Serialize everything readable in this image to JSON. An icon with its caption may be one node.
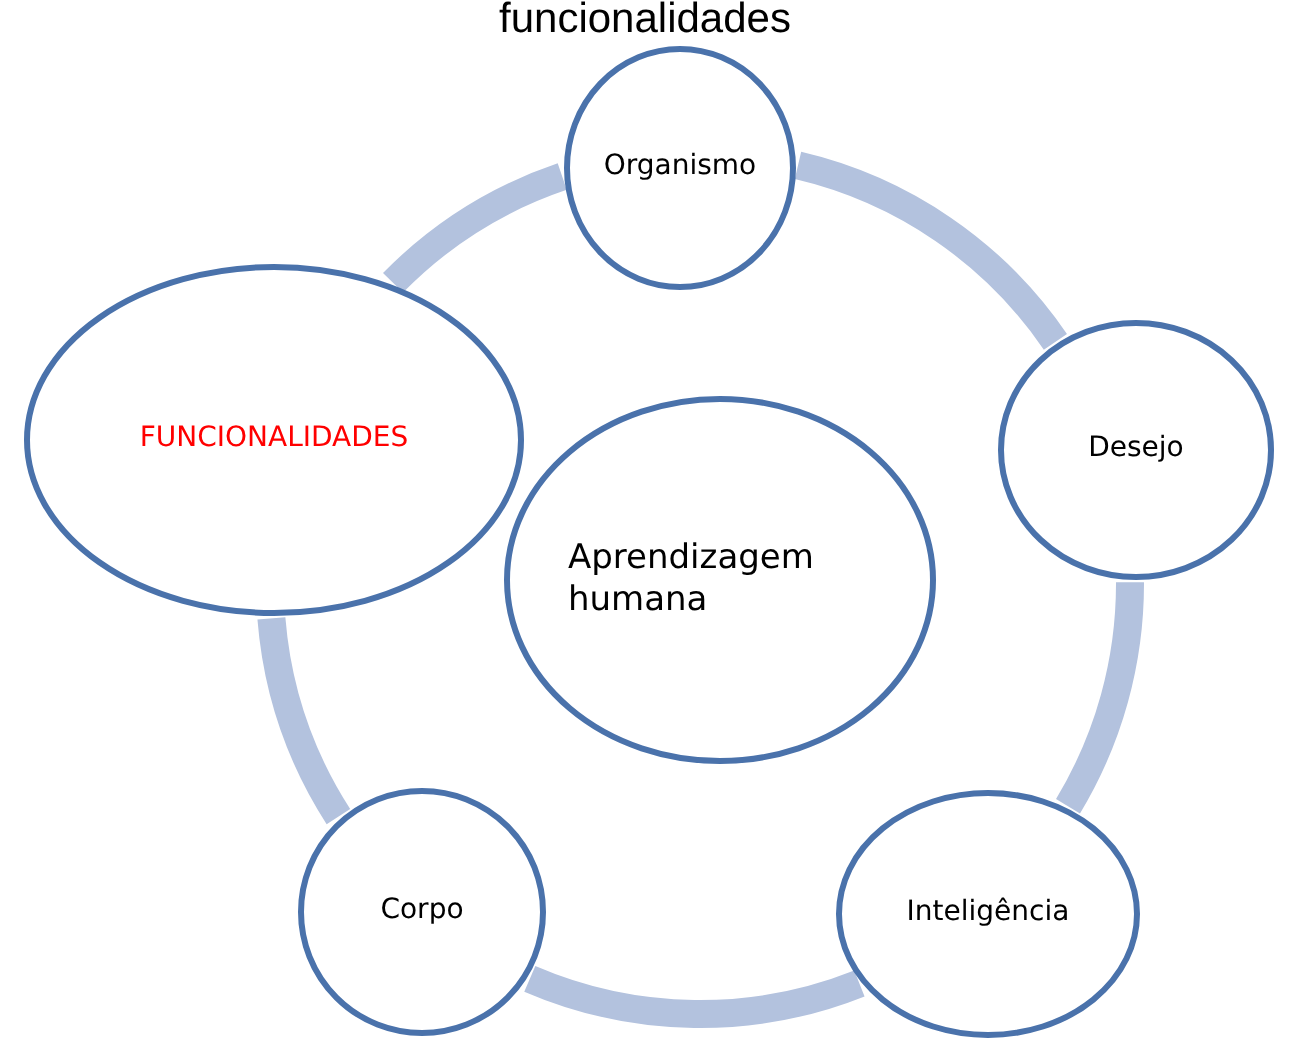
{
  "diagram": {
    "title": "funcionalidades",
    "nodes": [
      {
        "text": [
          "Organismo"
        ]
      },
      {
        "text": [
          "FUNCIONALIDADES"
        ]
      },
      {
        "text": [
          "Desejo"
        ]
      },
      {
        "text": [
          "Aprendizagem humana"
        ]
      },
      {
        "text": [
          "Corpo"
        ]
      },
      {
        "text": [
          "Inteligência"
        ]
      }
    ],
    "edges": [
      {
        "from": 0,
        "to": 2,
        "arrow": "none"
      },
      {
        "from": 2,
        "to": 5,
        "arrow": "none"
      },
      {
        "from": 5,
        "to": 4,
        "arrow": "none"
      },
      {
        "from": 4,
        "to": 1,
        "arrow": "none"
      },
      {
        "from": 1,
        "to": 0,
        "arrow": "none"
      }
    ]
  }
}
